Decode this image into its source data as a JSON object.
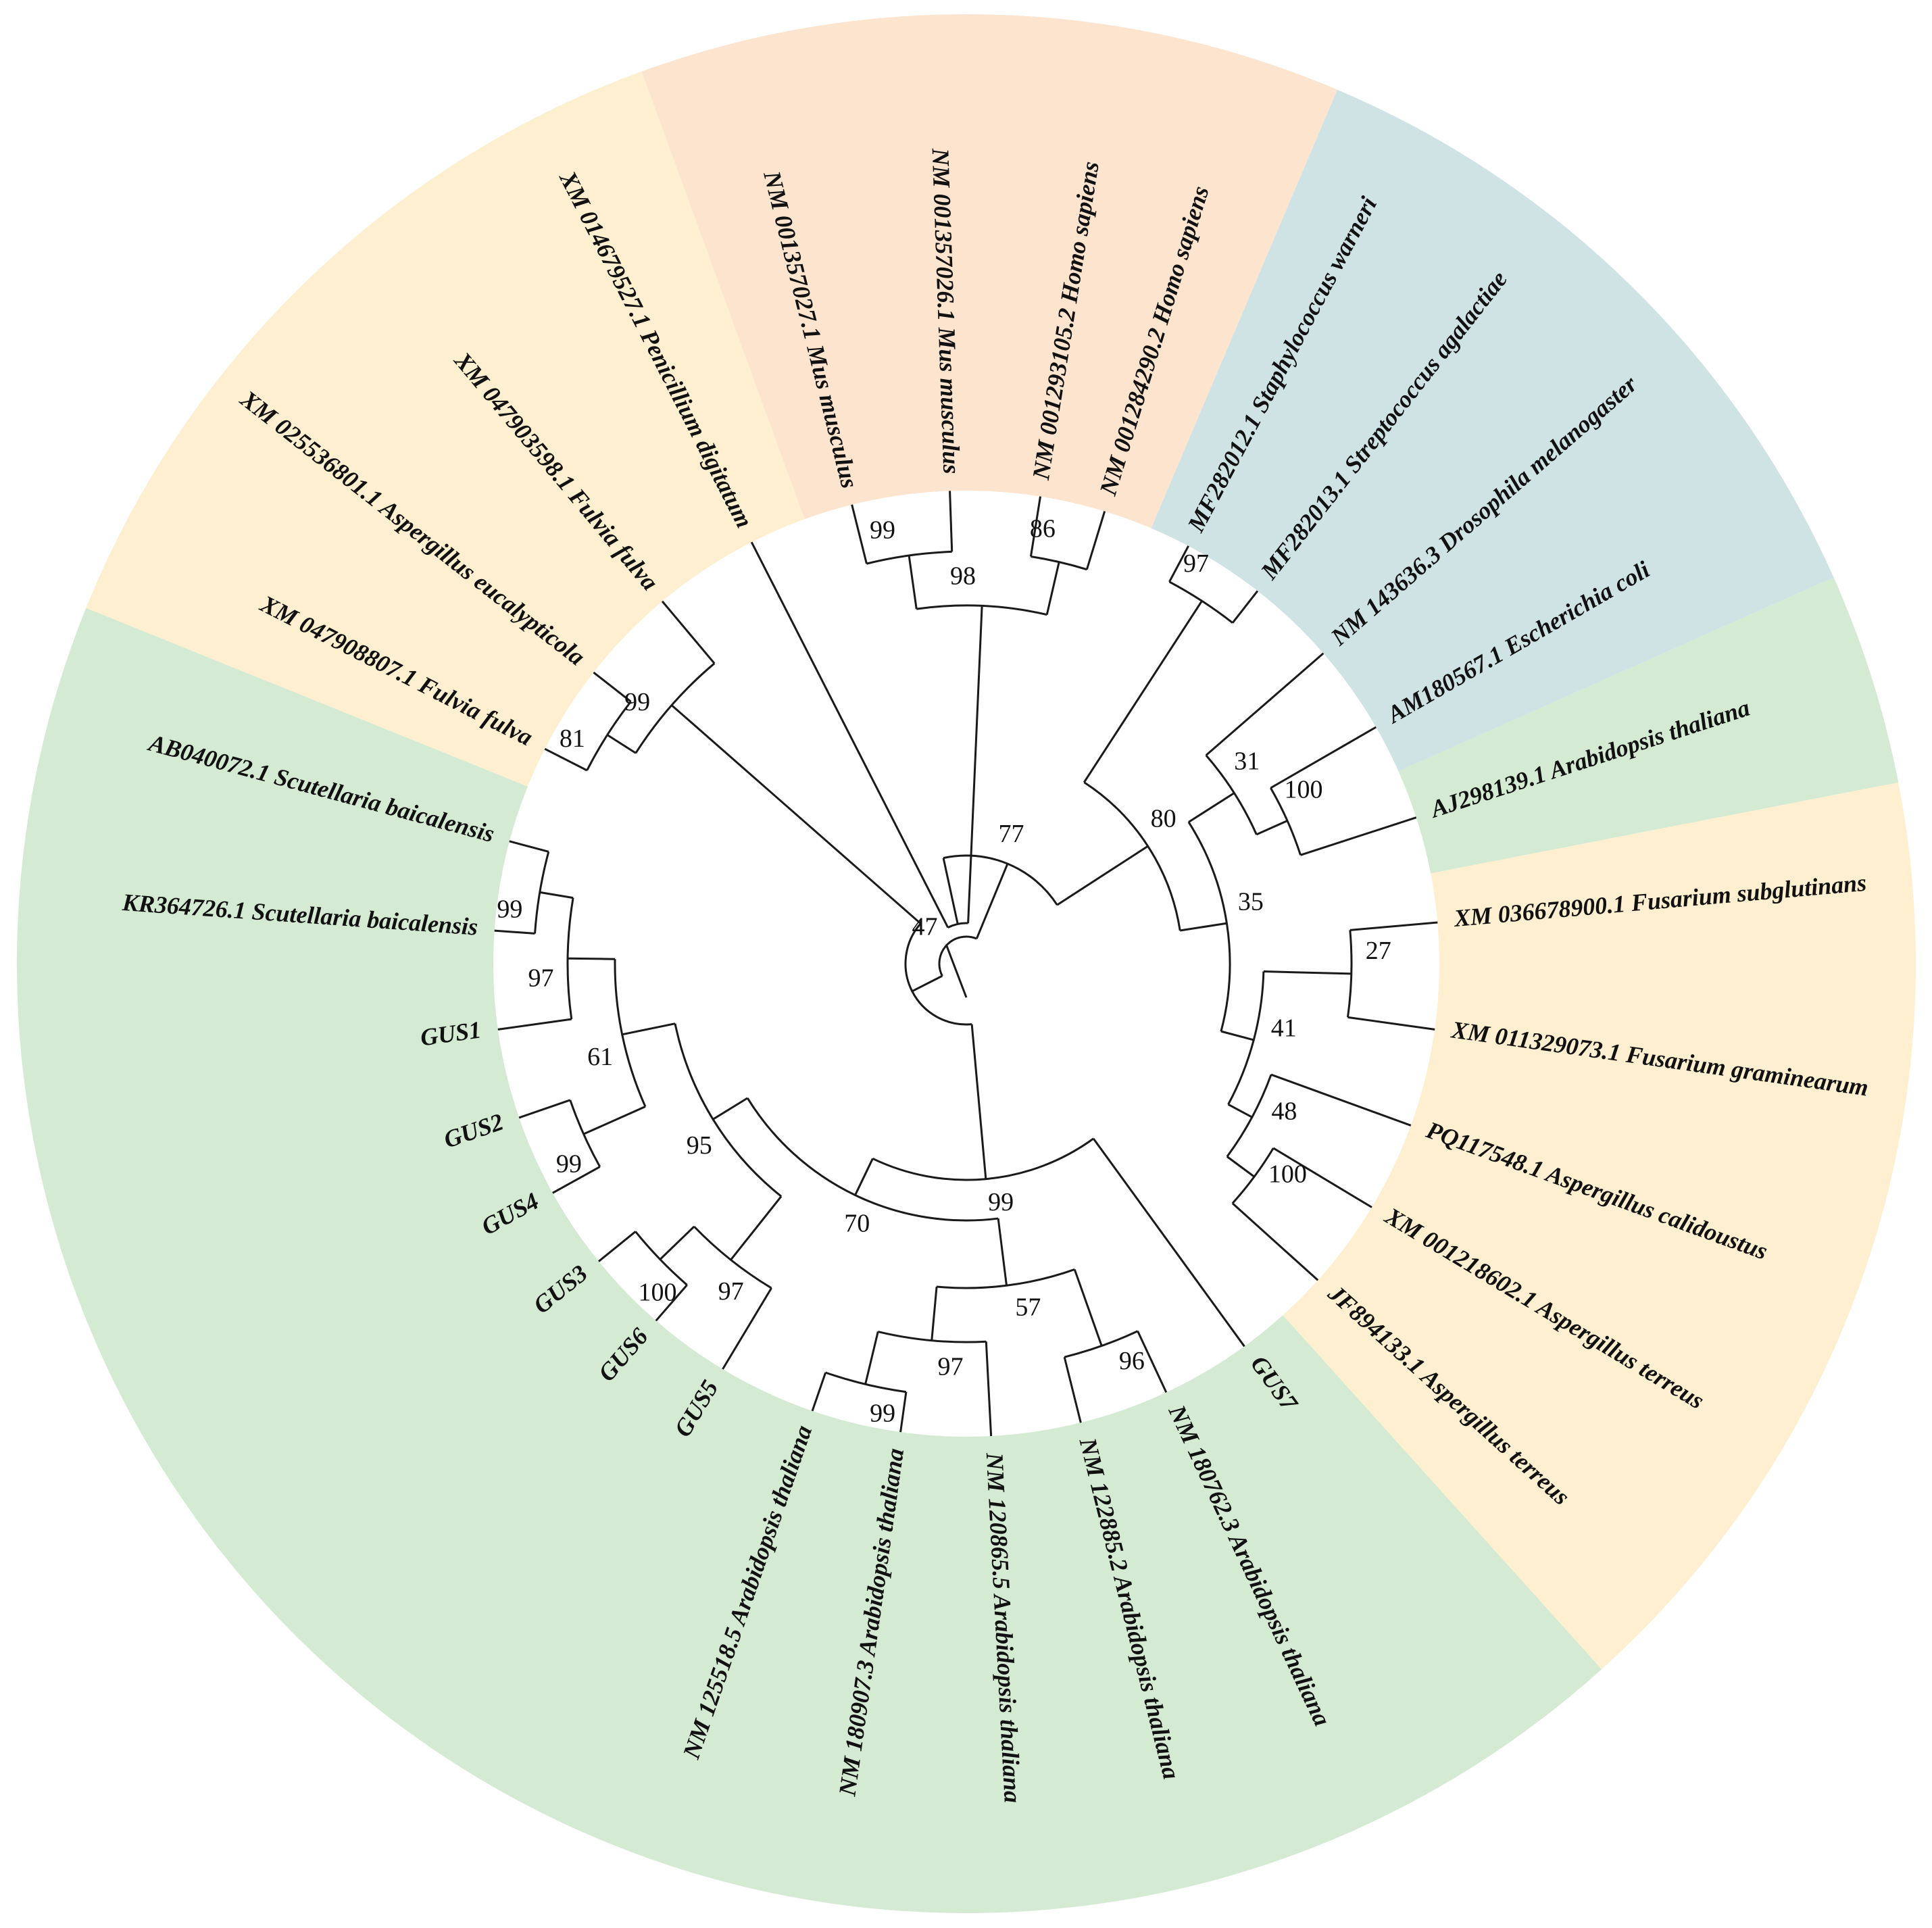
{
  "tree": {
    "leaves": [
      {
        "label": "NM 001284290.2 Homo sapiens",
        "angle": -73,
        "group": "mammal"
      },
      {
        "label": "MF282012.1 Staphylococcus warneri",
        "angle": -62,
        "group": "bacteria"
      },
      {
        "label": "MF282013.1 Streptococcus agalactiae",
        "angle": -52,
        "group": "bacteria"
      },
      {
        "label": "NM 143636.3 Drosophila melanogaster",
        "angle": -41,
        "group": "bacteria"
      },
      {
        "label": "AM180567.1 Escherichia coli",
        "angle": -30,
        "group": "bacteria"
      },
      {
        "label": "AJ298139.1 Arabidopsis thaliana",
        "angle": -18,
        "group": "plant"
      },
      {
        "label": "XM 036678900.1 Fusarium subglutinans",
        "angle": -5,
        "group": "fungi"
      },
      {
        "label": "XM 011329073.1 Fusarium graminearum",
        "angle": 8,
        "group": "fungi"
      },
      {
        "label": "PQ117548.1 Aspergillus calidoustus",
        "angle": 20,
        "group": "fungi"
      },
      {
        "label": "XM 001218602.1 Aspergillus terreus",
        "angle": 31,
        "group": "fungi"
      },
      {
        "label": "JF894133.1 Aspergillus terreus",
        "angle": 42,
        "group": "fungi"
      },
      {
        "label": "GUS7",
        "angle": 54,
        "group": "plant"
      },
      {
        "label": "NM 180762.3 Arabidopsis thaliana",
        "angle": 65,
        "group": "plant"
      },
      {
        "label": "NM 122885.2 Arabidopsis thaliana",
        "angle": 76,
        "group": "plant"
      },
      {
        "label": "NM 120865.5 Arabidopsis thaliana",
        "angle": 87,
        "group": "plant"
      },
      {
        "label": "NM 180907.3 Arabidopsis thaliana",
        "angle": 98,
        "group": "plant"
      },
      {
        "label": "NM 125518.5 Arabidopsis thaliana",
        "angle": 109,
        "group": "plant"
      },
      {
        "label": "GUS5",
        "angle": 121,
        "group": "plant"
      },
      {
        "label": "GUS6",
        "angle": 131,
        "group": "plant"
      },
      {
        "label": "GUS3",
        "angle": 141,
        "group": "plant"
      },
      {
        "label": "GUS4",
        "angle": 151,
        "group": "plant"
      },
      {
        "label": "GUS2",
        "angle": 161,
        "group": "plant"
      },
      {
        "label": "GUS1",
        "angle": 172,
        "group": "plant"
      },
      {
        "label": "KR364726.1 Scutellaria baicalensis",
        "angle": 184,
        "group": "plant"
      },
      {
        "label": "AB040072.1 Scutellaria baicalensis",
        "angle": 195,
        "group": "plant"
      },
      {
        "label": "XM 047908807.1 Fulvia fulva",
        "angle": 207,
        "group": "fungi"
      },
      {
        "label": "XM 025536801.1 Aspergillus eucalypticola",
        "angle": 218,
        "group": "fungi"
      },
      {
        "label": "XM 047903598.1 Fulvia fulva",
        "angle": 230,
        "group": "fungi"
      },
      {
        "label": "XM 014679527.1 Penicillium digitatum",
        "angle": 243,
        "group": "fungi"
      },
      {
        "label": "NM 001357027.1 Mus musculus",
        "angle": 256,
        "group": "mammal"
      },
      {
        "label": "NM 001357026.1 Mus musculus",
        "angle": 268,
        "group": "mammal"
      },
      {
        "label": "NM 001293105.2 Homo sapiens",
        "angle": 279,
        "group": "mammal"
      }
    ],
    "sectors": [
      {
        "group": "mammal",
        "start": 250,
        "end": 293
      },
      {
        "group": "bacteria",
        "start": 293,
        "end": 336
      },
      {
        "group": "plant",
        "start": 336,
        "end": 349
      },
      {
        "group": "fungi",
        "start": 349,
        "end": 48
      },
      {
        "group": "plant",
        "start": 48,
        "end": 202
      },
      {
        "group": "fungi",
        "start": 202,
        "end": 250
      }
    ],
    "group_colors": {
      "mammal": "#fde4cf",
      "bacteria": "#d0e3e4",
      "plant": "#d4ead3",
      "fungi": "#fdefcf"
    },
    "bootstraps": [
      "99",
      "98",
      "86",
      "77",
      "97",
      "80",
      "31",
      "100",
      "35",
      "27",
      "41",
      "48",
      "100",
      "47",
      "99",
      "57",
      "96",
      "97",
      "99",
      "70",
      "95",
      "97",
      "100",
      "61",
      "99",
      "97",
      "99",
      "99",
      "81"
    ]
  }
}
